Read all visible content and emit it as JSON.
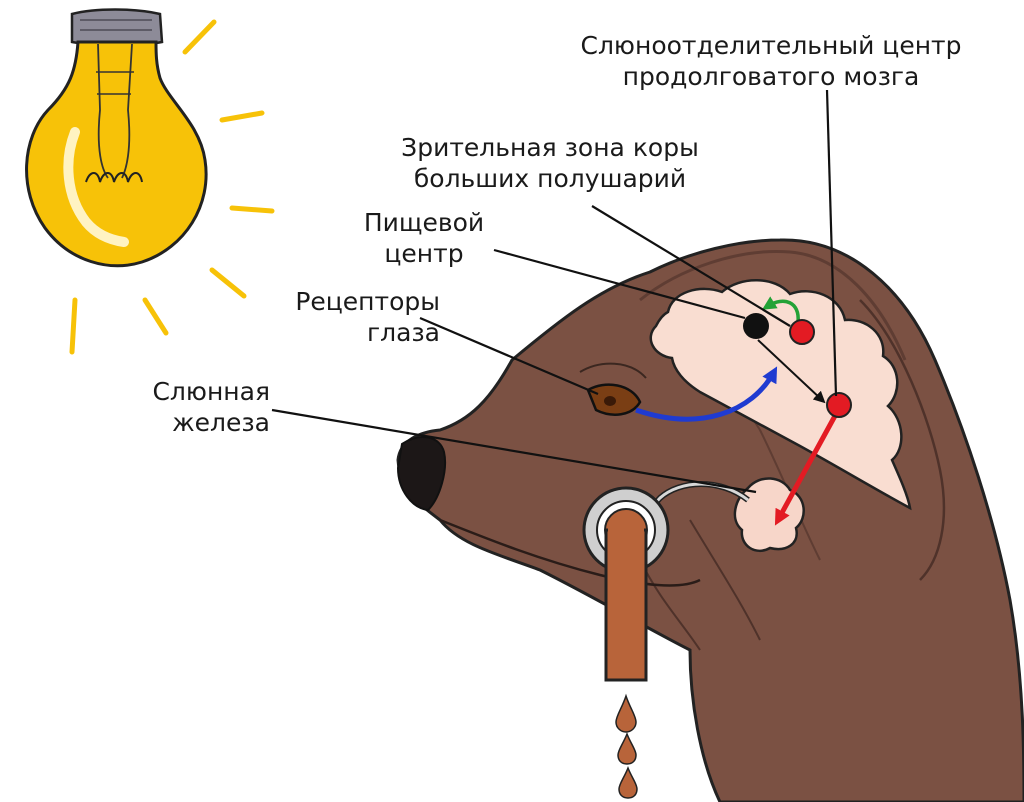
{
  "labels": {
    "salivary_center": [
      "Слюноотделительный центр",
      "продолговатого  мозга"
    ],
    "visual_cortex": [
      "Зрительная зона коры",
      "больших полушарий"
    ],
    "food_center": [
      "Пищевой",
      "центр"
    ],
    "eye_receptors": [
      "Рецепторы",
      "глаза"
    ],
    "salivary_gland": [
      "Слюнная",
      "железа"
    ]
  },
  "colors": {
    "bulb_glass": "#f7c208",
    "bulb_cap": "#8d8b98",
    "rays": "#f7c208",
    "dog_fur": "#7b5143",
    "dog_fur_dark": "#5f3d33",
    "brain": "#f9ddd1",
    "gland": "#f7d6c9",
    "food_center_dot": "#111111",
    "center_dot": "#e31b23",
    "eye_pathway": "#1f3bd1",
    "efferent_pathway": "#e31b23",
    "cortex_link": "#23a236",
    "saliva": "#b8643a",
    "fistula_ring": "#cfcfcf"
  },
  "icons": [
    "light-bulb-icon",
    "drop-icon"
  ]
}
